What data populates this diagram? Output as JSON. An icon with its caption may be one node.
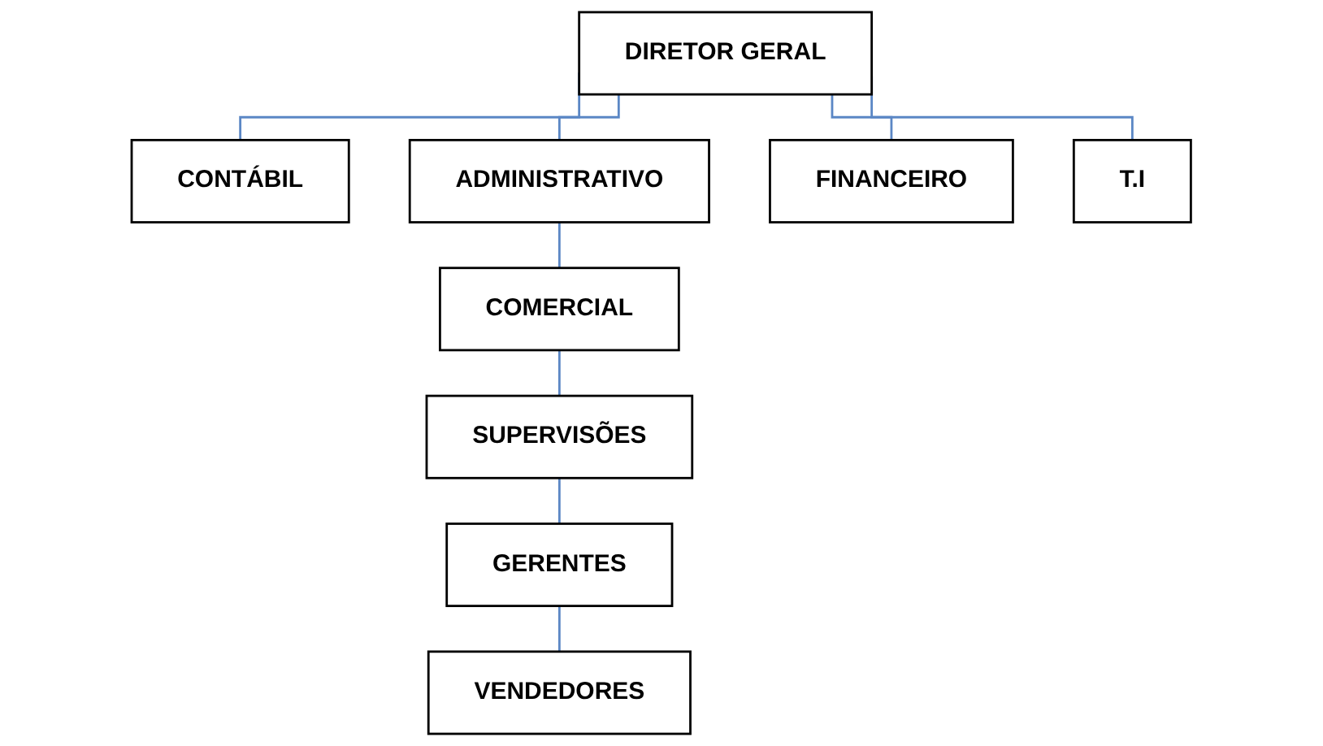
{
  "diagram": {
    "nodes": [
      {
        "text": [
          "DIRETOR GERAL"
        ]
      },
      {
        "text": [
          "CONTÁBIL"
        ]
      },
      {
        "text": [
          "ADMINISTRATIVO"
        ]
      },
      {
        "text": [
          "FINANCEIRO"
        ]
      },
      {
        "text": [
          "T.I"
        ]
      },
      {
        "text": [
          "COMERCIAL"
        ]
      },
      {
        "text": [
          "SUPERVISÕES"
        ]
      },
      {
        "text": [
          "GERENTES"
        ]
      },
      {
        "text": [
          "VENDEDORES"
        ]
      }
    ],
    "edges": [
      {
        "from": 0,
        "to": 1,
        "arrow": "none"
      },
      {
        "from": 0,
        "to": 2,
        "arrow": "none"
      },
      {
        "from": 0,
        "to": 3,
        "arrow": "none"
      },
      {
        "from": 0,
        "to": 4,
        "arrow": "none"
      },
      {
        "from": 2,
        "to": 5,
        "arrow": "none"
      },
      {
        "from": 5,
        "to": 6,
        "arrow": "none"
      },
      {
        "from": 6,
        "to": 7,
        "arrow": "none"
      },
      {
        "from": 7,
        "to": 8,
        "arrow": "none"
      }
    ]
  }
}
